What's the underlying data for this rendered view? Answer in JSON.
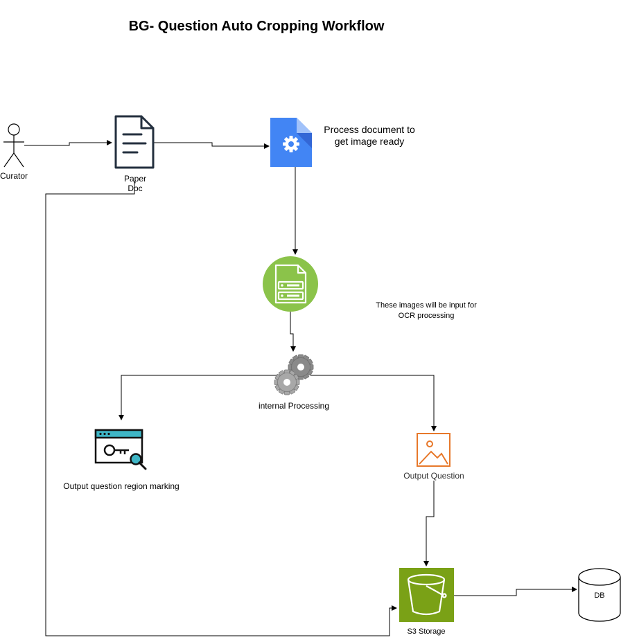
{
  "title": "BG- Question Auto Cropping Workflow",
  "nodes": {
    "curator": {
      "label": "Curator",
      "icon": "stick-figure-actor-icon"
    },
    "paper_doc": {
      "label_line1": "Paper",
      "label_line2": "Doc",
      "icon": "document-icon"
    },
    "process_doc": {
      "label_line1": "Process document to",
      "label_line2": "get image ready",
      "icon": "google-doc-settings-icon"
    },
    "image_server": {
      "icon": "document-server-icon"
    },
    "ocr_note": {
      "label_line1": "These images will be input for",
      "label_line2": "OCR processing"
    },
    "internal_processing": {
      "label": "internal Processing",
      "icon": "gears-icon"
    },
    "region_marking": {
      "label": "Output question region marking",
      "icon": "browser-key-search-icon"
    },
    "output_question": {
      "label": "Output Question",
      "icon": "image-icon"
    },
    "s3": {
      "label": "S3 Storage",
      "icon": "bucket-icon"
    },
    "db": {
      "label": "DB",
      "icon": "database-cylinder-icon"
    }
  },
  "colors": {
    "google_blue": "#4285F4",
    "green_circle": "#8BC34A",
    "s3_green": "#7AA116",
    "orange": "#E7782A",
    "gear_gray": "#9E9E9E",
    "doc_dark": "#232F3E"
  }
}
